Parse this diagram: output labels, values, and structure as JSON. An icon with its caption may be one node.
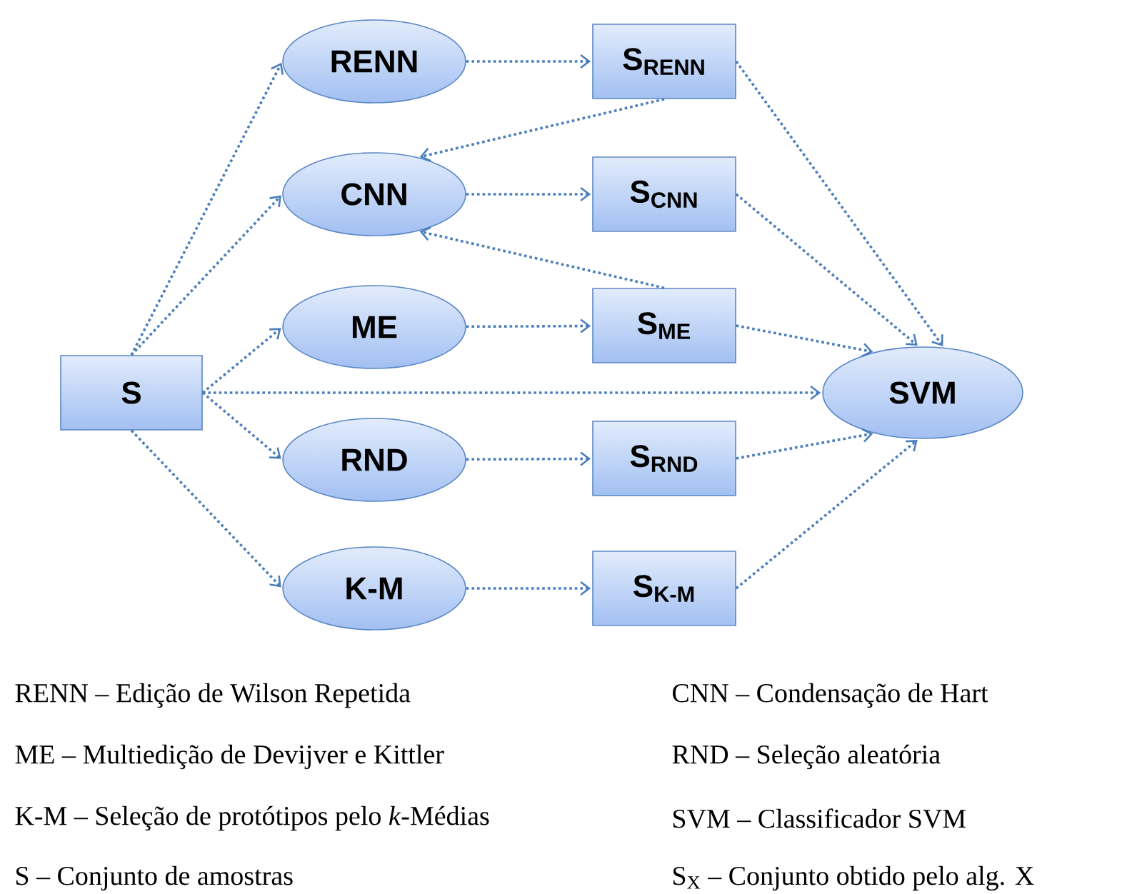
{
  "diagram": {
    "nodes": [
      {
        "text": [
          "S"
        ]
      },
      {
        "text": [
          "RENN"
        ]
      },
      {
        "text": [
          "CNN"
        ]
      },
      {
        "text": [
          "ME"
        ]
      },
      {
        "text": [
          "RND"
        ]
      },
      {
        "text": [
          "K-M"
        ]
      },
      {
        "text": [
          "S$_{RENN}$"
        ]
      },
      {
        "text": [
          "S$_{CNN}$"
        ]
      },
      {
        "text": [
          "S$_{ME}$"
        ]
      },
      {
        "text": [
          "S$_{RND}$"
        ]
      },
      {
        "text": [
          "S$_{K-M}$"
        ]
      },
      {
        "text": [
          "SVM"
        ]
      }
    ],
    "edges": [
      {
        "from": 0,
        "to": 1,
        "arrow": "to"
      },
      {
        "from": 0,
        "to": 2,
        "arrow": "to"
      },
      {
        "from": 0,
        "to": 3,
        "arrow": "to"
      },
      {
        "from": 0,
        "to": 11,
        "arrow": "to"
      },
      {
        "from": 0,
        "to": 4,
        "arrow": "to"
      },
      {
        "from": 0,
        "to": 5,
        "arrow": "to"
      },
      {
        "from": 1,
        "to": 6,
        "arrow": "to"
      },
      {
        "from": 2,
        "to": 7,
        "arrow": "to"
      },
      {
        "from": 3,
        "to": 8,
        "arrow": "to"
      },
      {
        "from": 4,
        "to": 9,
        "arrow": "to"
      },
      {
        "from": 5,
        "to": 10,
        "arrow": "to"
      },
      {
        "from": 6,
        "to": 2,
        "arrow": "to"
      },
      {
        "from": 8,
        "to": 2,
        "arrow": "to"
      },
      {
        "from": 6,
        "to": 11,
        "arrow": "to"
      },
      {
        "from": 7,
        "to": 11,
        "arrow": "to"
      },
      {
        "from": 8,
        "to": 11,
        "arrow": "to"
      },
      {
        "from": 9,
        "to": 11,
        "arrow": "to"
      },
      {
        "from": 10,
        "to": 11,
        "arrow": "to"
      }
    ],
    "labels": [
      "RENN – Edição de Wilson Repetida",
      "CNN – Condensação de Hart",
      "ME – Multiedição de Devijver e Kittler",
      "RND – Seleção aleatória",
      "K-M – Seleção de protótipos pelo *k*-Médias",
      "SVM – Classificador SVM",
      "S – Conjunto de amostras",
      "S$_{X}$ – Conjunto obtido pelo alg. X"
    ]
  }
}
